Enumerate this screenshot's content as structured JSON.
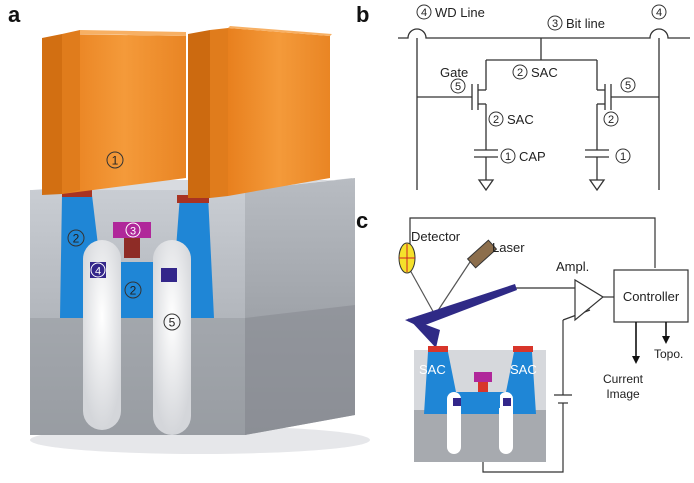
{
  "panels": {
    "a": "a",
    "b": "b",
    "c": "c"
  },
  "panel_a": {
    "markers": [
      "1",
      "2",
      "3",
      "4",
      "2",
      "5"
    ]
  },
  "panel_b": {
    "wd_num": "4",
    "wd_label": "WD Line",
    "bit_num": "3",
    "bit_label": "Bit line",
    "wd_right_num": "4",
    "gate_label": "Gate",
    "gate_num": "5",
    "sac_top_num": "2",
    "sac_top_label": "SAC",
    "sac_mid_num": "2",
    "sac_mid_label": "SAC",
    "cap_num": "1",
    "cap_label": "CAP",
    "right_gate_num": "5",
    "right_sac_num": "2",
    "right_cap_num": "1"
  },
  "panel_c": {
    "detector": "Detector",
    "laser": "Laser",
    "ampl": "Ampl.",
    "controller": "Controller",
    "topo": "Topo.",
    "current_image_line1": "Current",
    "current_image_line2": "Image",
    "sac_left": "SAC",
    "sac_right": "SAC"
  },
  "colors": {
    "orange": "#f0922e",
    "blue": "#1f86d6",
    "magenta": "#b0279a",
    "navy": "#33268a",
    "gray_top": "#c8ccd2",
    "gray_bottom": "#8d9197"
  }
}
